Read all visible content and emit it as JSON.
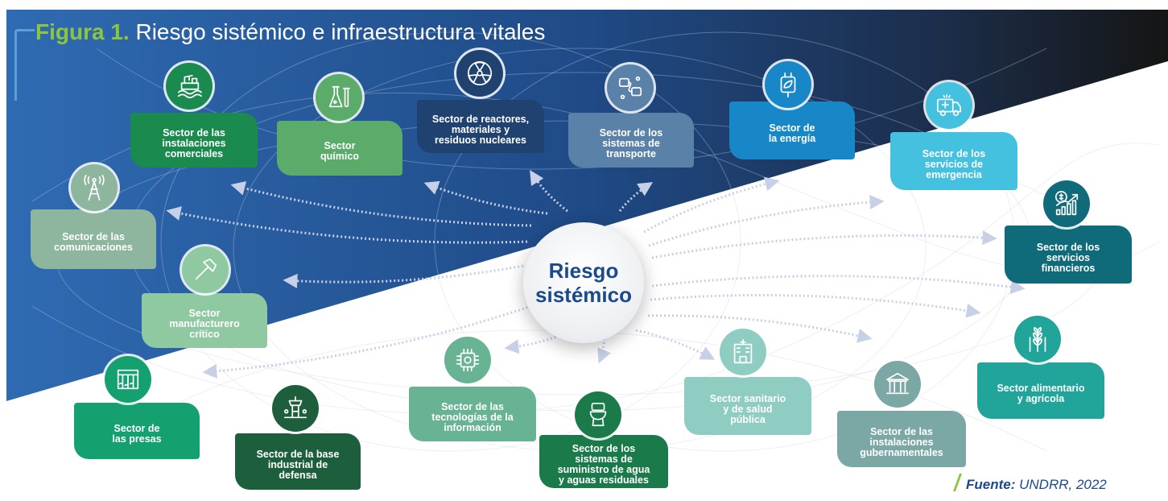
{
  "title": {
    "figure_label": "Figura 1.",
    "text": " Riesgo sistémico e infraestructura vitales"
  },
  "center": {
    "line1": "Riesgo",
    "line2": "sistémico",
    "color": "#1b4a8c"
  },
  "sectors": [
    {
      "id": "comerciales",
      "label": "Sector de las instalaciones comerciales",
      "icon": "ship-crane-icon",
      "color": "#1a8a4e"
    },
    {
      "id": "quimico",
      "label": "Sector químico",
      "icon": "flask-icon",
      "color": "#5bab6b"
    },
    {
      "id": "nucleares",
      "label": "Sector de reactores, materiales y residuos nucleares",
      "icon": "radiation-icon",
      "color": "#1f4270"
    },
    {
      "id": "transporte",
      "label": "Sector de los sistemas de transporte",
      "icon": "transport-icon",
      "color": "#5a82a8"
    },
    {
      "id": "energia",
      "label": "Sector de la energía",
      "icon": "power-plug-leaf-icon",
      "color": "#1787c7"
    },
    {
      "id": "emergencia",
      "label": "Sector de los servicios de emergencia",
      "icon": "ambulance-icon",
      "color": "#45c1e0"
    },
    {
      "id": "comunicaciones",
      "label": "Sector de las comunicaciones",
      "icon": "antenna-tower-icon",
      "color": "#8eb59e"
    },
    {
      "id": "financieros",
      "label": "Sector de los servicios financieros",
      "icon": "finance-chart-icon",
      "color": "#0f6b7a"
    },
    {
      "id": "manufacturero",
      "label": "Sector manufacturero crítico",
      "icon": "hammer-icon",
      "color": "#8ec9a1"
    },
    {
      "id": "presas",
      "label": "Sector de las presas",
      "icon": "dam-icon",
      "color": "#15a070"
    },
    {
      "id": "defensa",
      "label": "Sector de la base industrial de defensa",
      "icon": "control-tower-icon",
      "color": "#1d5f3c"
    },
    {
      "id": "tecnologias",
      "label": "Sector de las tecnologías de la información",
      "icon": "chip-icon",
      "color": "#67b394"
    },
    {
      "id": "agua",
      "label": "Sector de los sistemas de suministro de agua y aguas residuales",
      "icon": "toilet-icon",
      "color": "#1a7a4a"
    },
    {
      "id": "sanitario",
      "label": "Sector sanitario y de salud pública",
      "icon": "hospital-icon",
      "color": "#8fcdc2"
    },
    {
      "id": "gubernamentales",
      "label": "Sector de las instalaciones gubernamentales",
      "icon": "government-building-icon",
      "color": "#7ba7a4"
    },
    {
      "id": "alimentario",
      "label": "Sector alimentario y agrícola",
      "icon": "wheat-icon",
      "color": "#21a49a"
    }
  ],
  "source": {
    "label": "Fuente:",
    "text": " UNDRR, 2022"
  },
  "colors": {
    "dark_bg_left": "#2e66ad",
    "dark_bg_right": "#111111",
    "arrow": "#b8c4dc"
  }
}
